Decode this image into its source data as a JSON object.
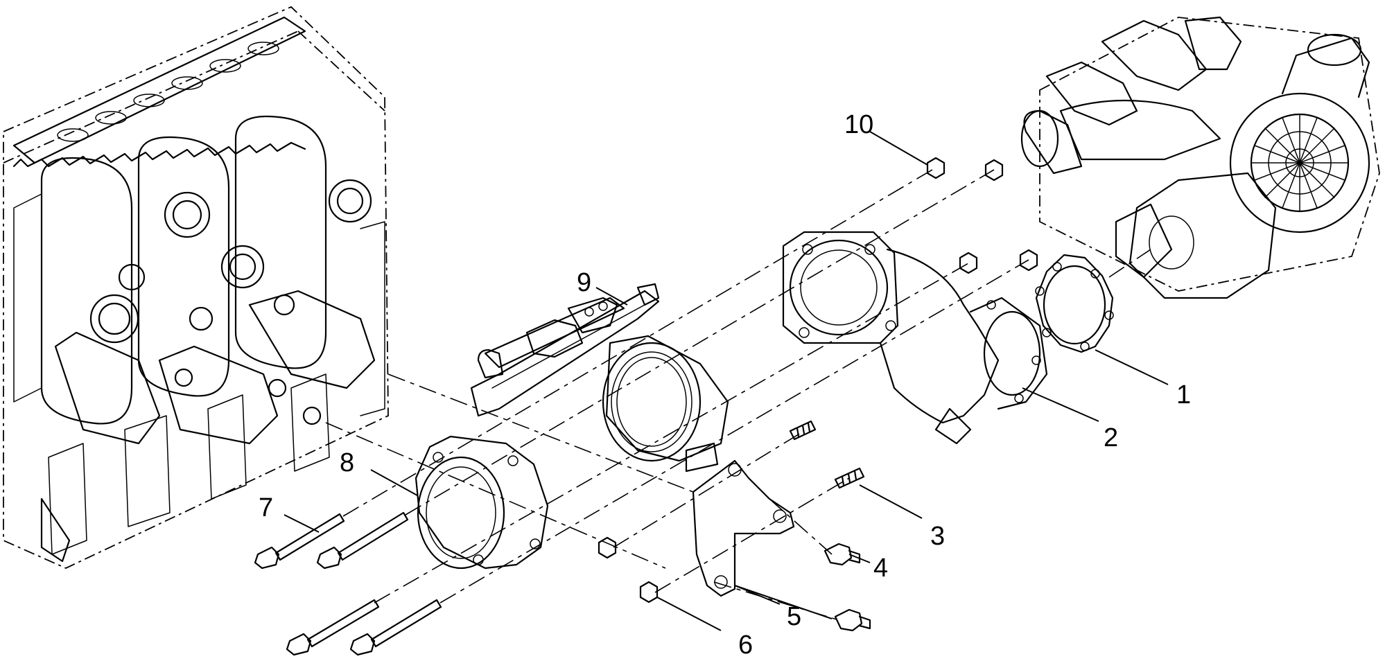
{
  "callouts": [
    {
      "label": "1"
    },
    {
      "label": "2"
    },
    {
      "label": "3"
    },
    {
      "label": "4"
    },
    {
      "label": "5"
    },
    {
      "label": "6"
    },
    {
      "label": "7"
    },
    {
      "label": "8"
    },
    {
      "label": "9"
    },
    {
      "label": "10"
    }
  ],
  "colors": {
    "line": "#000000",
    "background": "#ffffff"
  }
}
